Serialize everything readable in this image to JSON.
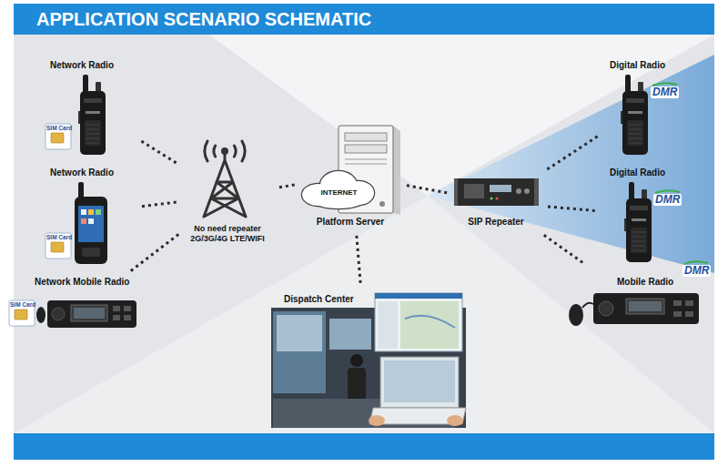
{
  "diagram": {
    "title": "APPLICATION SCENARIO SCHEMATIC",
    "nodes": [
      {
        "text": [
          "Network Radio"
        ]
      },
      {
        "text": [
          "Network Radio"
        ]
      },
      {
        "text": [
          "Network Mobile Radio"
        ]
      },
      {
        "text": [
          "No need repeater 2G/3G/4G LTE/WIFI"
        ]
      },
      {
        "text": [
          "INTERNET",
          "Platform Server"
        ]
      },
      {
        "text": [
          "SIP Repeater"
        ]
      },
      {
        "text": [
          "Digital Radio"
        ]
      },
      {
        "text": [
          "Digital Radio"
        ]
      },
      {
        "text": [
          "Mobile Radio"
        ]
      },
      {
        "text": [
          "Dispatch Center"
        ]
      }
    ],
    "edges": [
      {
        "from": 0,
        "to": 3,
        "arrow": "none"
      },
      {
        "from": 1,
        "to": 3,
        "arrow": "none"
      },
      {
        "from": 2,
        "to": 3,
        "arrow": "none"
      },
      {
        "from": 3,
        "to": 4,
        "arrow": "none"
      },
      {
        "from": 4,
        "to": 5,
        "arrow": "none"
      },
      {
        "from": 5,
        "to": 6,
        "arrow": "none"
      },
      {
        "from": 5,
        "to": 7,
        "arrow": "none"
      },
      {
        "from": 5,
        "to": 8,
        "arrow": "none"
      },
      {
        "from": 4,
        "to": 9,
        "arrow": "none"
      }
    ],
    "labels": [
      "SIM Card",
      "SIM Card",
      "SIM Card",
      "DMR",
      "DMR",
      "DMR"
    ]
  }
}
